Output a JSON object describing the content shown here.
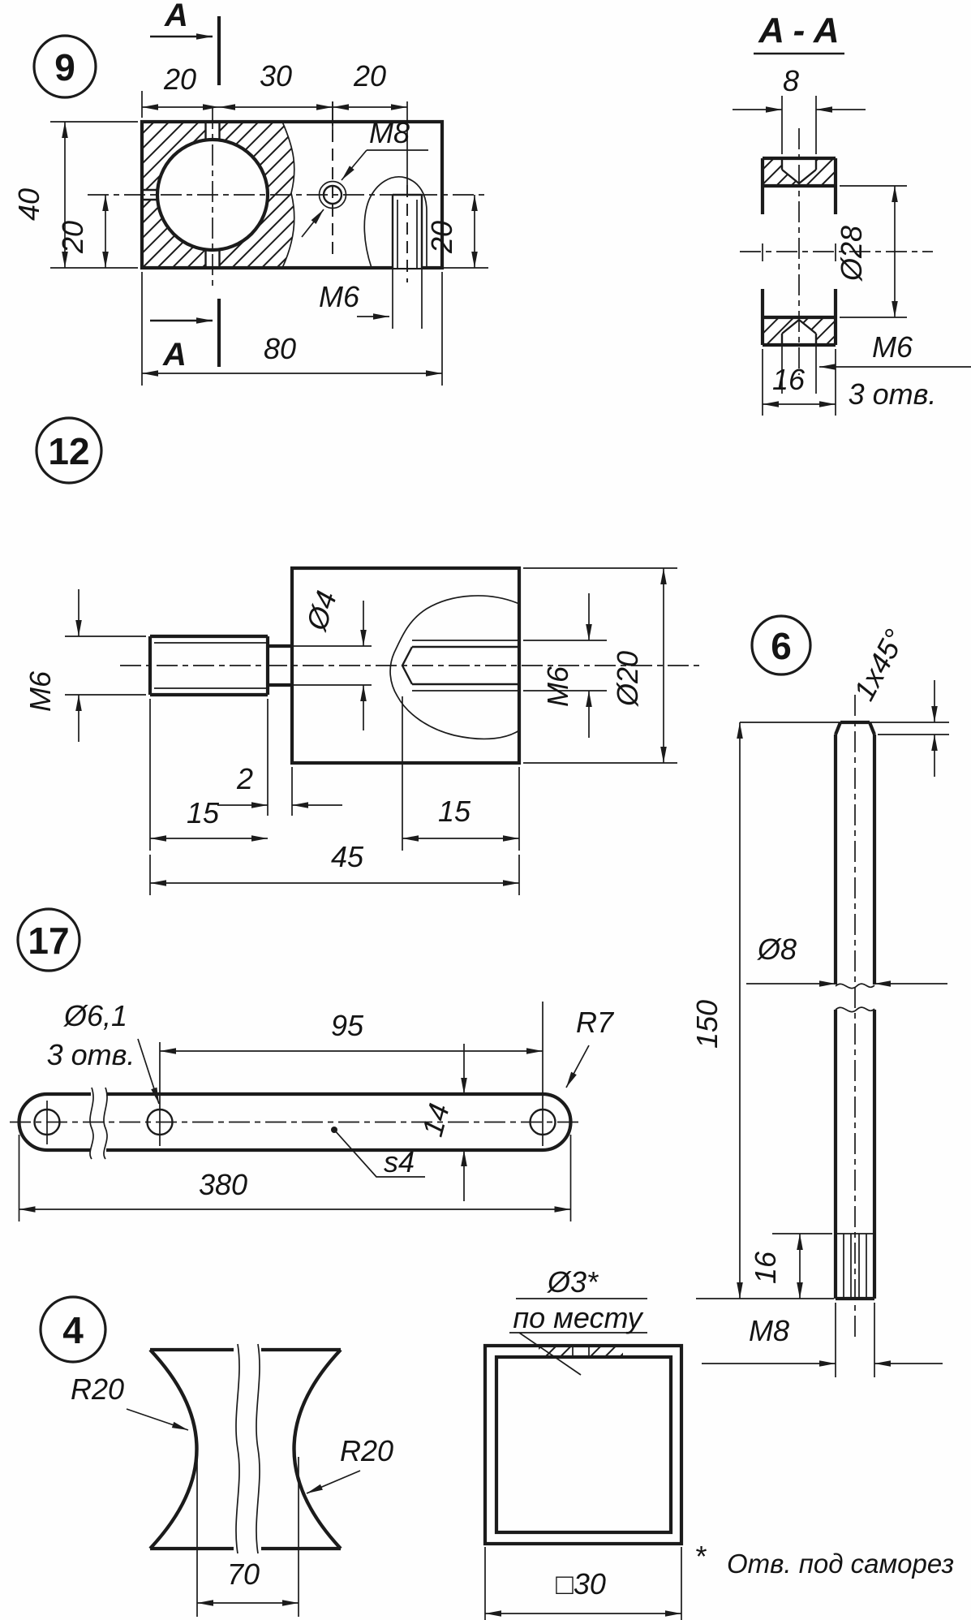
{
  "p9": {
    "balloon": "9",
    "sec_top": "A",
    "sec_bottom": "A",
    "d20a": "20",
    "d30": "30",
    "d20b": "20",
    "d40": "40",
    "d20l": "20",
    "d20r": "20",
    "m8": "M8",
    "m6": "M6",
    "d80": "80"
  },
  "aa": {
    "title": "A - A",
    "d8": "8",
    "d28": "Ø28",
    "d16": "16",
    "m6": "M6",
    "holes": "3 отв."
  },
  "p12": {
    "balloon": "12",
    "m6l": "M6",
    "d4": "Ø4",
    "m6r": "M6",
    "d20": "Ø20",
    "d2": "2",
    "d15a": "15",
    "d15b": "15",
    "d45": "45"
  },
  "p6": {
    "balloon": "6",
    "chamfer": "1x45°",
    "d8": "Ø8",
    "d150": "150",
    "d16": "16",
    "m8": "M8"
  },
  "p17": {
    "balloon": "17",
    "dia": "Ø6,1",
    "holes": "3 отв.",
    "d95": "95",
    "r7": "R7",
    "d14": "14",
    "d380": "380",
    "s4": "s4"
  },
  "p4": {
    "balloon": "4",
    "r20a": "R20",
    "r20b": "R20",
    "d70": "70"
  },
  "tube": {
    "dia": "Ø3*",
    "note": "по месту",
    "size": "□30"
  },
  "footnote": {
    "star": "*",
    "text": "Отв. под саморез"
  }
}
